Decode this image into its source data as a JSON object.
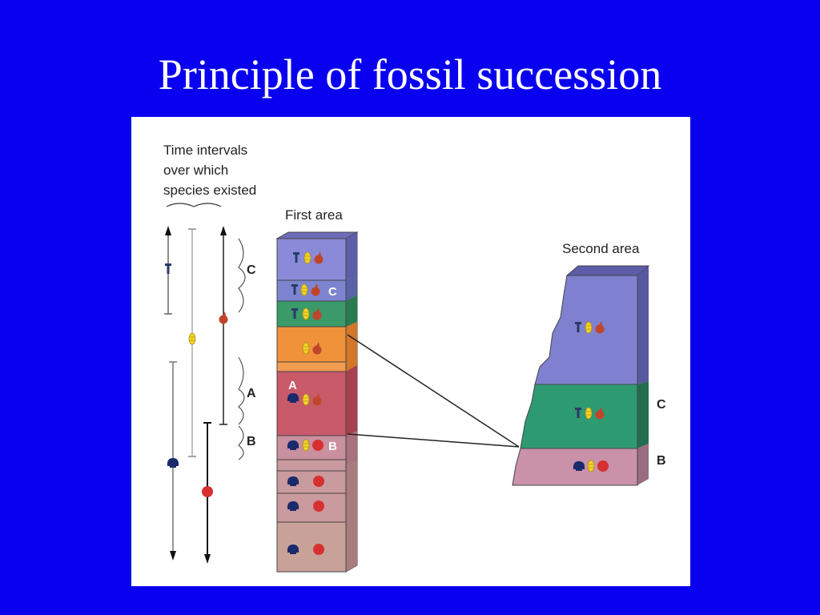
{
  "slide": {
    "title": "Principle of fossil succession",
    "background_color": "#0a00f0"
  },
  "figure": {
    "intervals_caption": [
      "Time intervals",
      "over which",
      "species existed"
    ],
    "first_area_label": "First area",
    "second_area_label": "Second area",
    "range_brackets": {
      "c": "C",
      "a": "A",
      "b": "B"
    },
    "first_area_column": {
      "inline_labels": {
        "c": "C",
        "a": "A",
        "b": "B"
      },
      "layers": [
        {
          "color": "#8a8ad8",
          "fossils": [
            "T-shaped",
            "yellow-shell",
            "red-snail"
          ]
        },
        {
          "color": "#7d85d0",
          "fossils": [
            "T-shaped",
            "yellow-shell",
            "red-snail"
          ],
          "label_key": "c"
        },
        {
          "color": "#3a9a6a",
          "fossils": [
            "T-shaped",
            "yellow-shell",
            "red-snail"
          ]
        },
        {
          "color": "#f0923a",
          "fossils": [
            "yellow-shell",
            "red-snail"
          ]
        },
        {
          "color": "#c85a6a",
          "fossils": [
            "blue-clam",
            "yellow-shell",
            "red-snail"
          ],
          "label_key": "a"
        },
        {
          "color": "#c9909f",
          "fossils": [
            "blue-clam",
            "yellow-shell",
            "red-ball"
          ],
          "label_key": "b"
        },
        {
          "color": "#c99a9e",
          "fossils": [
            "blue-clam",
            "red-ball"
          ]
        },
        {
          "color": "#c99a9e",
          "fossils": [
            "blue-clam",
            "red-ball"
          ]
        },
        {
          "color": "#c8a298",
          "fossils": [
            "blue-clam",
            "red-ball"
          ]
        }
      ]
    },
    "second_area_column": {
      "side_labels": {
        "c": "C",
        "b": "B"
      },
      "layers": [
        {
          "color": "#8080d0",
          "fossils": [
            "T-shaped",
            "yellow-shell",
            "red-snail"
          ]
        },
        {
          "color": "#2e9a72",
          "fossils": [
            "T-shaped",
            "yellow-shell",
            "red-snail"
          ],
          "label_key": "c"
        },
        {
          "color": "#c992a8",
          "fossils": [
            "blue-clam",
            "yellow-shell",
            "red-ball"
          ],
          "label_key": "b"
        }
      ]
    },
    "colors": {
      "t_fossil": "#2a3a66",
      "yellow_shell": "#f4d428",
      "red_snail": "#c0452a",
      "blue_clam": "#1a2a6a",
      "red_ball": "#d63030"
    }
  }
}
